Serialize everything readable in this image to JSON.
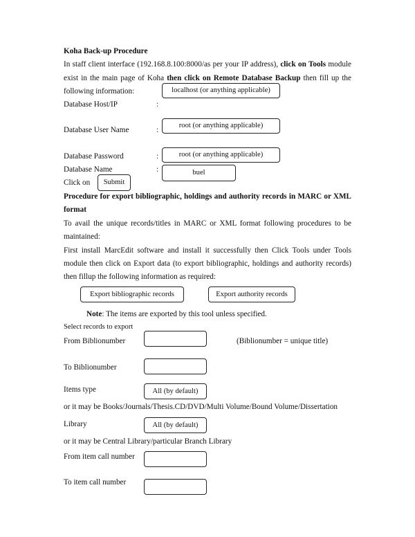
{
  "koha_backup": {
    "heading": "Koha Back-up Procedure",
    "intro": {
      "line1_a": "In staff client interface (192.168.8.100:8000/as per your IP address), ",
      "line1_b": "click on Tools",
      "line1_c": " module",
      "line2_a": "exist in the main page of Koha ",
      "line2_b": "then click on Remote Database Backup",
      "line2_c": " then fill up the",
      "line3": "following information:"
    },
    "fields": [
      {
        "label": "Database Host/IP",
        "colon": ":",
        "value": "localhost (or anything applicable)"
      },
      {
        "label": "Database User Name",
        "colon": ":",
        "value": "root (or anything applicable)"
      },
      {
        "label": "Database Password",
        "colon": ":",
        "value": "root (or anything applicable)"
      },
      {
        "label": "Database Name",
        "colon": ":",
        "value": "buel"
      }
    ],
    "click_on_label": "Click on",
    "submit_label": "Submit"
  },
  "export": {
    "heading_line1": "Procedure for export bibliographic, holdings and authority records in MARC or XML",
    "heading_line2": "format",
    "para1_line1": "To avail the unique records/titles in MARC or XML format following procedures to be",
    "para1_line2": "maintained:",
    "para2_line1": "First install MarcEdit software and install it successfully then Click Tools under Tools",
    "para2_line2": "module then click on Export data (to export bibliographic, holdings and authority records)",
    "para2_line3": "then fillup the following information as required:",
    "buttons": {
      "bibliographic": "Export bibliographic records",
      "authority": "Export authority records"
    },
    "note_label": "Note",
    "note_text": ": The items are exported by this tool unless specified.",
    "select_records": "Select records to export",
    "form": {
      "from_biblionumber": {
        "label": "From Biblionumber",
        "value": "",
        "hint": "(Biblionumber = unique title)"
      },
      "to_biblionumber": {
        "label": "To Biblionumber",
        "value": ""
      },
      "items_type": {
        "label": "Items type",
        "value": "All (by default)",
        "note": "or it may be Books/Journals/Thesis.CD/DVD/Multi Volume/Bound Volume/Dissertation"
      },
      "library": {
        "label": "Library",
        "value": "All (by default)",
        "note": "or it may be Central Library/particular Branch Library"
      },
      "from_call_number": {
        "label": "From item call number",
        "value": ""
      },
      "to_call_number": {
        "label": "To item call number",
        "value": ""
      }
    }
  }
}
